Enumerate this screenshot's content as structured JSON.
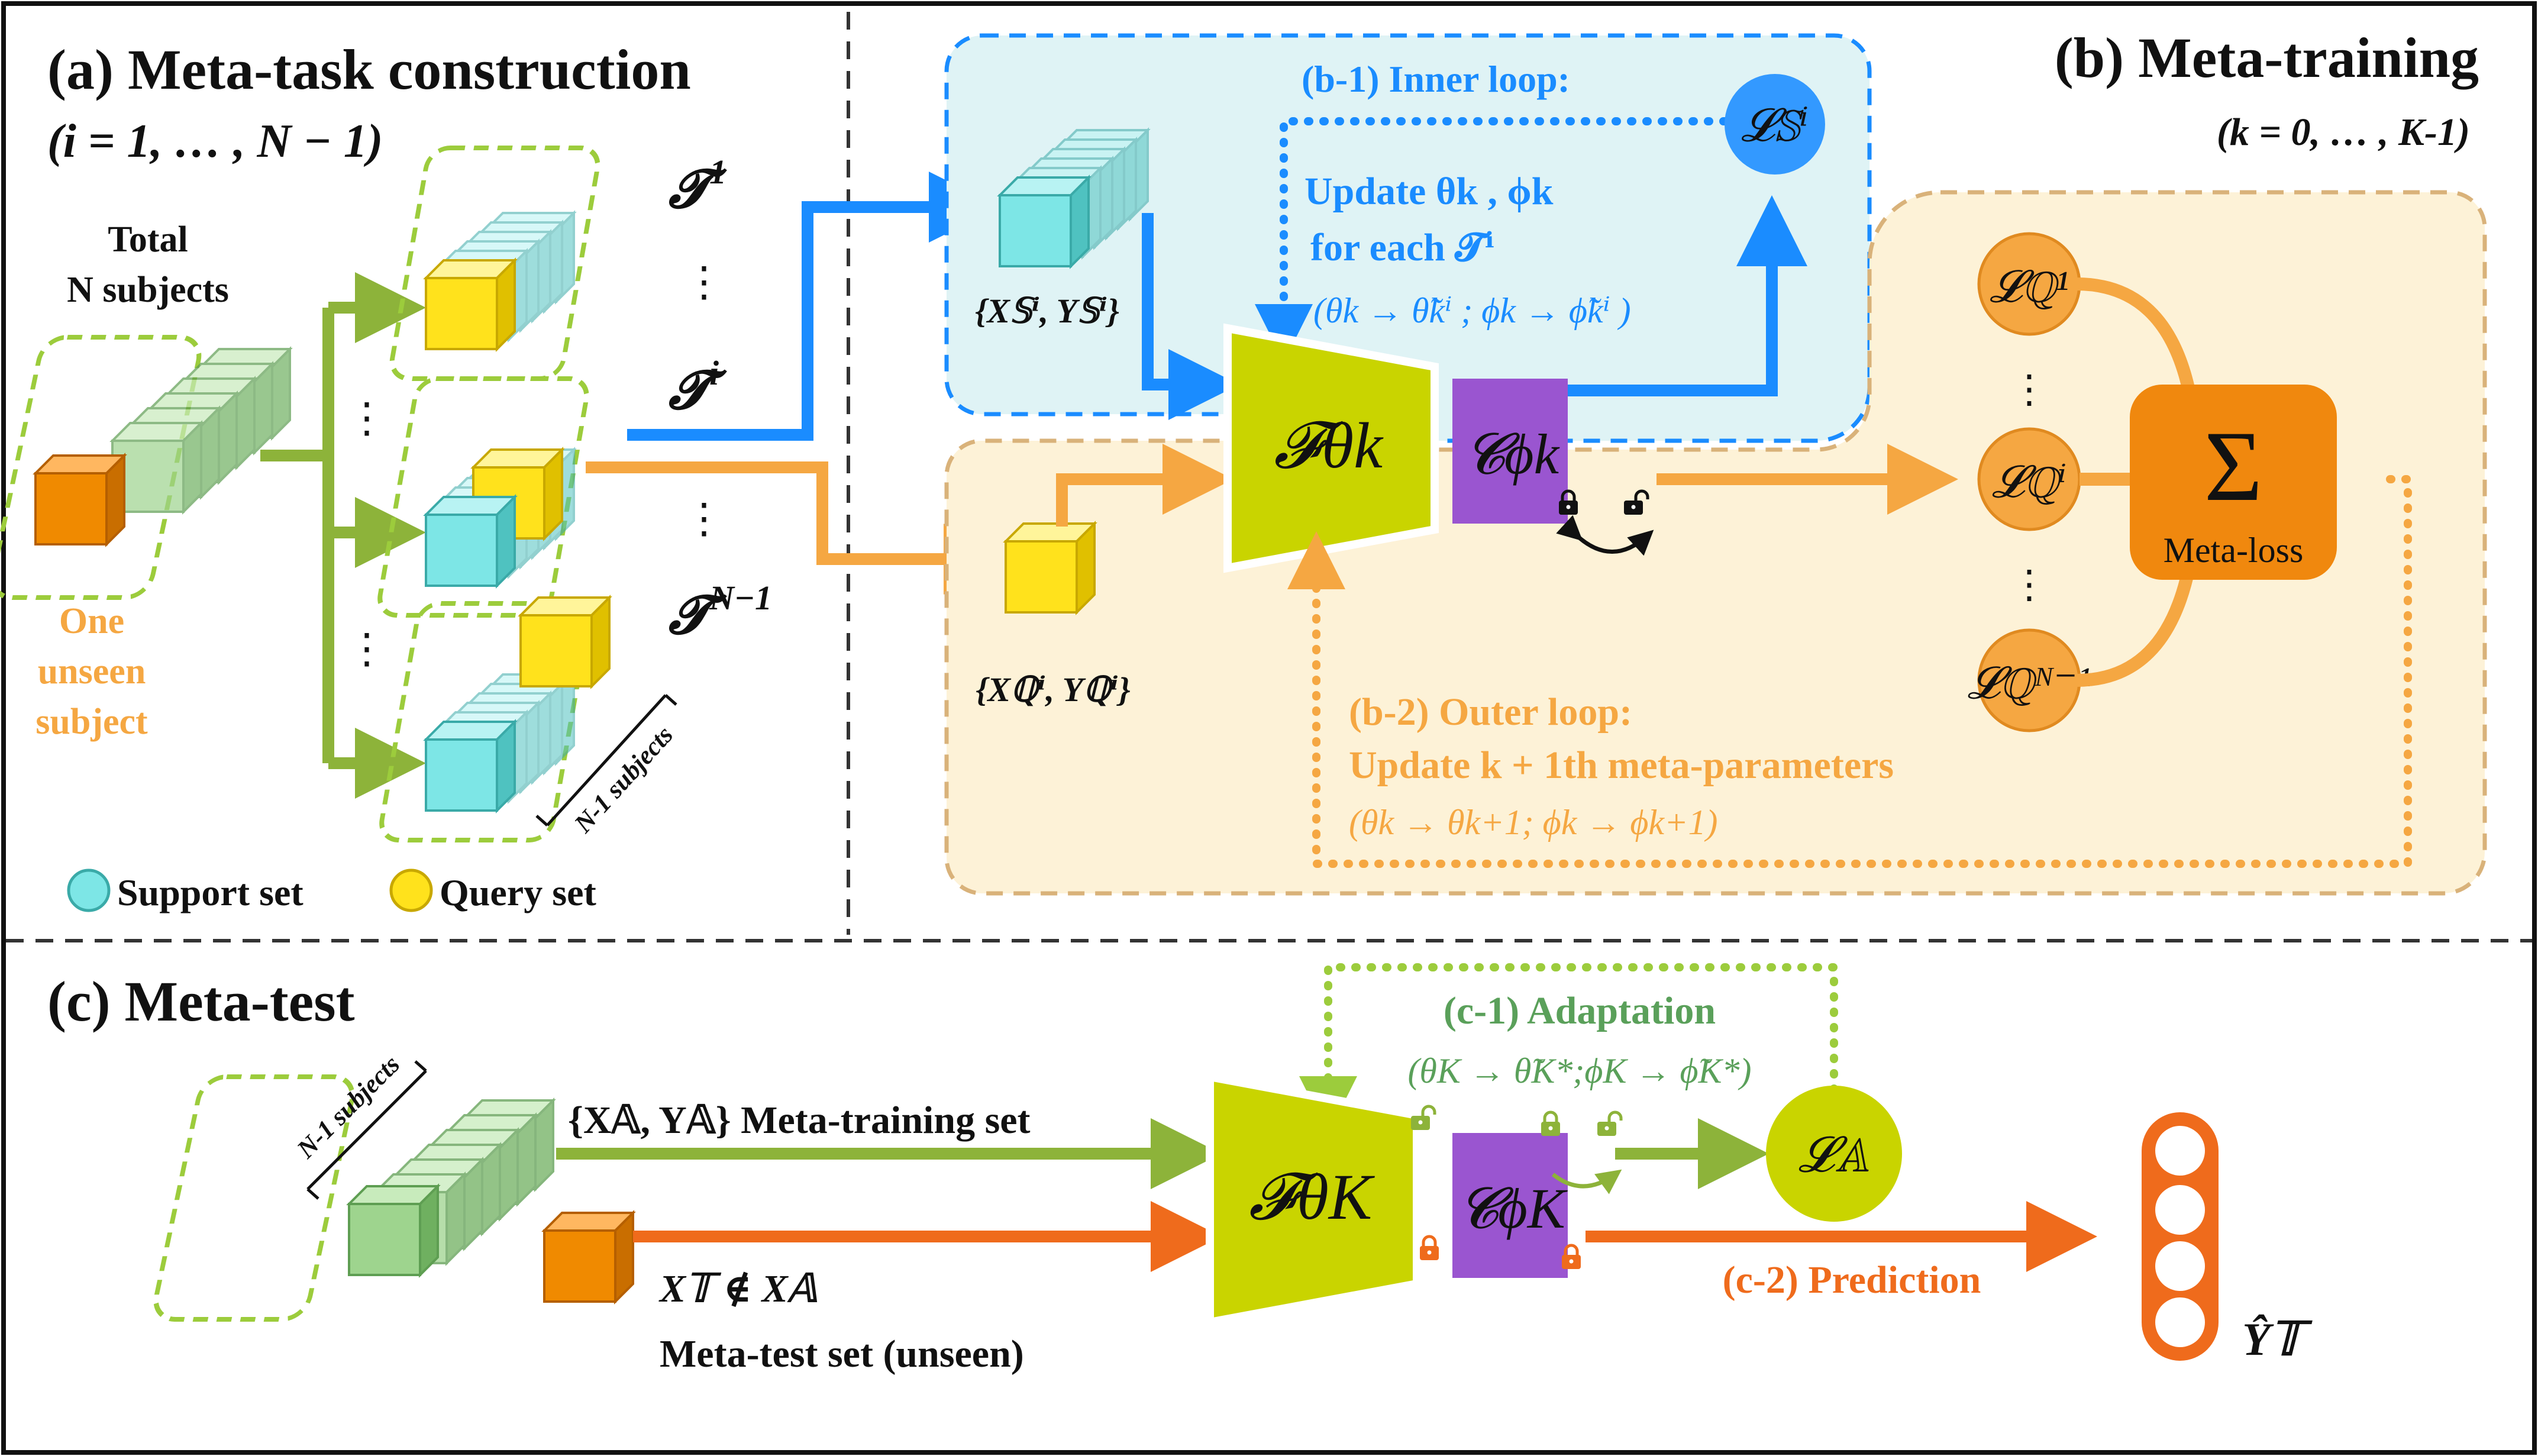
{
  "colors": {
    "green": "#8db33a",
    "green_dash": "#9ccc3c",
    "blue": "#1a8cff",
    "orange_light": "#f5a742",
    "orange_dark": "#ef6b1c",
    "box_orange": "#f08a00",
    "cyan": "#7de6e6",
    "yellow": "#ffe21c",
    "lime": "#c9d400",
    "purple": "#9a55d0",
    "sum_orange": "#f0880e",
    "text_green": "#5aa05a"
  },
  "section_a": {
    "title": "(a) Meta-task construction",
    "range": "(i = 1, … , N − 1)",
    "total_line1": "Total",
    "total_line2": "N subjects",
    "unseen_line1": "One",
    "unseen_line2": "unseen",
    "unseen_line3": "subject",
    "task_1": "𝓣",
    "task_1_sup": "1",
    "task_i": "𝓣",
    "task_i_sup": "i",
    "task_n": "𝓣",
    "task_n_sup": "N−1",
    "bracket_label": "N-1 subjects",
    "legend_support": "Support set",
    "legend_query": "Query set",
    "vdots": "⋮"
  },
  "section_b": {
    "title": "(b) Meta-training",
    "range": "(k = 0, … , K-1)",
    "support_set": "{X𝕊ⁱ, Y𝕊ⁱ}",
    "query_set": "{Xℚⁱ, Yℚⁱ}",
    "inner_title": "(b-1) Inner loop:",
    "inner_line1": "Update θk , ϕk",
    "inner_line2": "for each 𝓣ⁱ",
    "inner_line3": "(θk → θ̃kⁱ ; ϕk → ϕ̃kⁱ )",
    "loss_s": "𝓛𝕊ⁱ",
    "extractor": "𝓕θk",
    "classifier": "𝓒ϕk",
    "loss_q1": "𝓛ℚ¹",
    "loss_qi": "𝓛ℚⁱ",
    "loss_qn": "𝓛ℚᴺ⁻¹",
    "sum_symbol": "Σ",
    "sum_label": "Meta-loss",
    "outer_title": "(b-2) Outer loop:",
    "outer_line1": "Update k + 1th meta-parameters",
    "outer_line2": "(θk → θk+1; ϕk → ϕk+1)"
  },
  "section_c": {
    "title": "(c) Meta-test",
    "bracket_label": "N-1 subjects",
    "train_set": "{X𝔸, Y𝔸} Meta-training set",
    "test_set_formula": "X𝕋 ∉ X𝔸",
    "test_set_label": "Meta-test set (unseen)",
    "adapt_title": "(c-1) Adaptation",
    "adapt_line": "(θK → θ̃K*;ϕK → ϕ̃K*)",
    "extractor": "𝓕θK",
    "classifier": "𝓒ϕK",
    "loss_a": "𝓛𝔸",
    "prediction": "(c-2) Prediction",
    "output": "Ŷ𝕋"
  }
}
